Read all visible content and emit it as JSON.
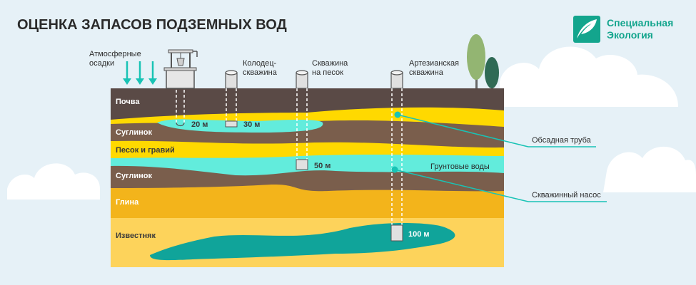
{
  "title": "ОЦЕНКА ЗАПАСОВ ПОДЗЕМНЫХ ВОД",
  "brand": {
    "line1": "Специальная",
    "line2": "Экология",
    "color": "#13a58d"
  },
  "colors": {
    "soil": "#5a4a46",
    "loam": "#7a5e4c",
    "sand": "#ffd900",
    "water": "#62ecdc",
    "clay": "#f3b41b",
    "limestone": "#fdd35b",
    "aquifer": "#10a49a",
    "accent": "#19c3b5",
    "background": "#e6f1f7"
  },
  "precipitation": {
    "line1": "Атмосферные",
    "line2": "осадки"
  },
  "wells": {
    "well_borehole": {
      "line1": "Колодец-",
      "line2": "скважина"
    },
    "sand_borehole": {
      "line1": "Скважина",
      "line2": "на песок"
    },
    "artesian": {
      "line1": "Артезианская",
      "line2": "скважина"
    }
  },
  "layers": {
    "soil": "Почва",
    "loam1": "Суглинок",
    "sand_gravel": "Песок и гравий",
    "loam2": "Суглинок",
    "clay": "Глина",
    "limestone": "Известняк"
  },
  "depths": {
    "d20": "20 м",
    "d30": "30 м",
    "d50": "50 м",
    "d100": "100 м"
  },
  "labels": {
    "groundwater": "Грунтовые воды",
    "casing": "Обсадная труба",
    "pump": "Скважинный насос"
  }
}
